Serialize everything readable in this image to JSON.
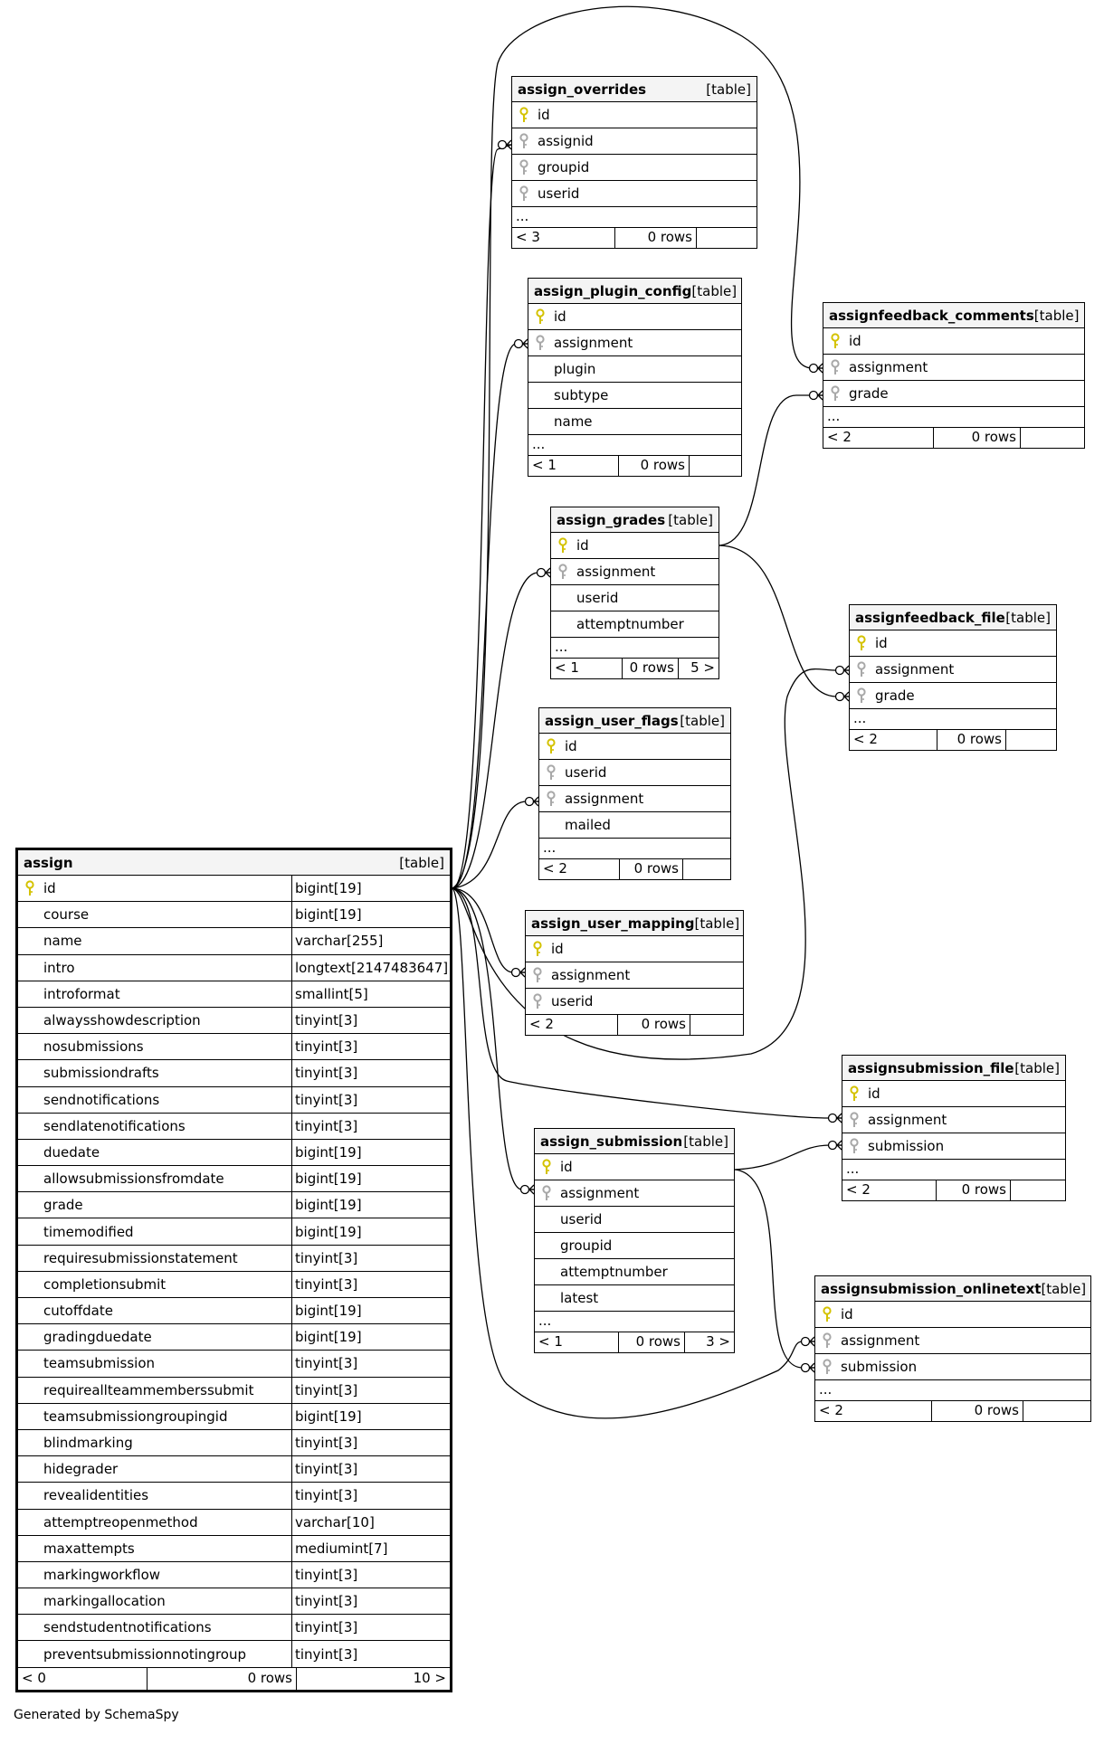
{
  "generated_by": "Generated by SchemaSpy",
  "type_label": "[table]",
  "main_table": {
    "name": "assign",
    "columns": [
      {
        "name": "id",
        "type": "bigint[19]",
        "key": "primary"
      },
      {
        "name": "course",
        "type": "bigint[19]",
        "key": "none"
      },
      {
        "name": "name",
        "type": "varchar[255]",
        "key": "none"
      },
      {
        "name": "intro",
        "type": "longtext[2147483647]",
        "key": "none"
      },
      {
        "name": "introformat",
        "type": "smallint[5]",
        "key": "none"
      },
      {
        "name": "alwaysshowdescription",
        "type": "tinyint[3]",
        "key": "none"
      },
      {
        "name": "nosubmissions",
        "type": "tinyint[3]",
        "key": "none"
      },
      {
        "name": "submissiondrafts",
        "type": "tinyint[3]",
        "key": "none"
      },
      {
        "name": "sendnotifications",
        "type": "tinyint[3]",
        "key": "none"
      },
      {
        "name": "sendlatenotifications",
        "type": "tinyint[3]",
        "key": "none"
      },
      {
        "name": "duedate",
        "type": "bigint[19]",
        "key": "none"
      },
      {
        "name": "allowsubmissionsfromdate",
        "type": "bigint[19]",
        "key": "none"
      },
      {
        "name": "grade",
        "type": "bigint[19]",
        "key": "none"
      },
      {
        "name": "timemodified",
        "type": "bigint[19]",
        "key": "none"
      },
      {
        "name": "requiresubmissionstatement",
        "type": "tinyint[3]",
        "key": "none"
      },
      {
        "name": "completionsubmit",
        "type": "tinyint[3]",
        "key": "none"
      },
      {
        "name": "cutoffdate",
        "type": "bigint[19]",
        "key": "none"
      },
      {
        "name": "gradingduedate",
        "type": "bigint[19]",
        "key": "none"
      },
      {
        "name": "teamsubmission",
        "type": "tinyint[3]",
        "key": "none"
      },
      {
        "name": "requireallteammemberssubmit",
        "type": "tinyint[3]",
        "key": "none"
      },
      {
        "name": "teamsubmissiongroupingid",
        "type": "bigint[19]",
        "key": "none"
      },
      {
        "name": "blindmarking",
        "type": "tinyint[3]",
        "key": "none"
      },
      {
        "name": "hidegrader",
        "type": "tinyint[3]",
        "key": "none"
      },
      {
        "name": "revealidentities",
        "type": "tinyint[3]",
        "key": "none"
      },
      {
        "name": "attemptreopenmethod",
        "type": "varchar[10]",
        "key": "none"
      },
      {
        "name": "maxattempts",
        "type": "mediumint[7]",
        "key": "none"
      },
      {
        "name": "markingworkflow",
        "type": "tinyint[3]",
        "key": "none"
      },
      {
        "name": "markingallocation",
        "type": "tinyint[3]",
        "key": "none"
      },
      {
        "name": "sendstudentnotifications",
        "type": "tinyint[3]",
        "key": "none"
      },
      {
        "name": "preventsubmissionnotingroup",
        "type": "tinyint[3]",
        "key": "none"
      }
    ],
    "footer": [
      "< 0",
      "0 rows",
      "10 >"
    ]
  },
  "tables": [
    {
      "name": "assign_overrides",
      "columns": [
        {
          "name": "id",
          "key": "primary"
        },
        {
          "name": "assignid",
          "key": "foreign"
        },
        {
          "name": "groupid",
          "key": "foreign"
        },
        {
          "name": "userid",
          "key": "foreign"
        }
      ],
      "more": "...",
      "footer": [
        "< 3",
        "0 rows",
        ""
      ]
    },
    {
      "name": "assign_plugin_config",
      "columns": [
        {
          "name": "id",
          "key": "primary"
        },
        {
          "name": "assignment",
          "key": "foreign"
        },
        {
          "name": "plugin",
          "key": "none"
        },
        {
          "name": "subtype",
          "key": "none"
        },
        {
          "name": "name",
          "key": "none"
        }
      ],
      "more": "...",
      "footer": [
        "< 1",
        "0 rows",
        ""
      ]
    },
    {
      "name": "assign_grades",
      "columns": [
        {
          "name": "id",
          "key": "primary"
        },
        {
          "name": "assignment",
          "key": "foreign"
        },
        {
          "name": "userid",
          "key": "none"
        },
        {
          "name": "attemptnumber",
          "key": "none"
        }
      ],
      "more": "...",
      "footer": [
        "< 1",
        "0 rows",
        "5 >"
      ]
    },
    {
      "name": "assign_user_flags",
      "columns": [
        {
          "name": "id",
          "key": "primary"
        },
        {
          "name": "userid",
          "key": "foreign"
        },
        {
          "name": "assignment",
          "key": "foreign"
        },
        {
          "name": "mailed",
          "key": "none"
        }
      ],
      "more": "...",
      "footer": [
        "< 2",
        "0 rows",
        ""
      ]
    },
    {
      "name": "assign_user_mapping",
      "columns": [
        {
          "name": "id",
          "key": "primary"
        },
        {
          "name": "assignment",
          "key": "foreign"
        },
        {
          "name": "userid",
          "key": "foreign"
        }
      ],
      "more": "",
      "footer": [
        "< 2",
        "0 rows",
        ""
      ]
    },
    {
      "name": "assign_submission",
      "columns": [
        {
          "name": "id",
          "key": "primary"
        },
        {
          "name": "assignment",
          "key": "foreign"
        },
        {
          "name": "userid",
          "key": "none"
        },
        {
          "name": "groupid",
          "key": "none"
        },
        {
          "name": "attemptnumber",
          "key": "none"
        },
        {
          "name": "latest",
          "key": "none"
        }
      ],
      "more": "...",
      "footer": [
        "< 1",
        "0 rows",
        "3 >"
      ]
    },
    {
      "name": "assignfeedback_comments",
      "columns": [
        {
          "name": "id",
          "key": "primary"
        },
        {
          "name": "assignment",
          "key": "foreign"
        },
        {
          "name": "grade",
          "key": "foreign"
        }
      ],
      "more": "...",
      "footer": [
        "< 2",
        "0 rows",
        ""
      ]
    },
    {
      "name": "assignfeedback_file",
      "columns": [
        {
          "name": "id",
          "key": "primary"
        },
        {
          "name": "assignment",
          "key": "foreign"
        },
        {
          "name": "grade",
          "key": "foreign"
        }
      ],
      "more": "...",
      "footer": [
        "< 2",
        "0 rows",
        ""
      ]
    },
    {
      "name": "assignsubmission_file",
      "columns": [
        {
          "name": "id",
          "key": "primary"
        },
        {
          "name": "assignment",
          "key": "foreign"
        },
        {
          "name": "submission",
          "key": "foreign"
        }
      ],
      "more": "...",
      "footer": [
        "< 2",
        "0 rows",
        ""
      ]
    },
    {
      "name": "assignsubmission_onlinetext",
      "columns": [
        {
          "name": "id",
          "key": "primary"
        },
        {
          "name": "assignment",
          "key": "foreign"
        },
        {
          "name": "submission",
          "key": "foreign"
        }
      ],
      "more": "...",
      "footer": [
        "< 2",
        "0 rows",
        ""
      ]
    }
  ],
  "colors": {
    "primary_key": "#d4c200",
    "foreign_key": "#a8a8a8",
    "header_bg": "#f4f4f4",
    "line": "#000000"
  }
}
